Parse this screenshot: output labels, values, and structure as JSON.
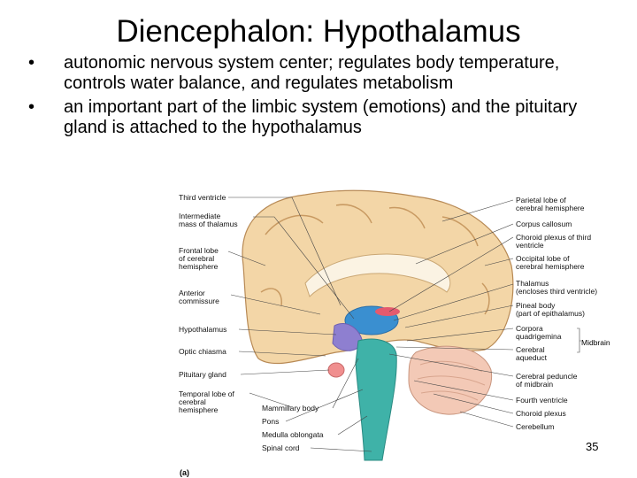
{
  "slide": {
    "title": "Diencephalon: Hypothalamus",
    "bullets": [
      "autonomic nervous system center; regulates body temperature, controls water balance, and regulates metabolism",
      "an important part of the limbic system (emotions) and the pituitary gland is attached to the hypothalamus"
    ],
    "bullet_glyph": "•",
    "page_number": "35"
  },
  "figure": {
    "left_labels": [
      "Third ventricle",
      "Intermediate\nmass of thalamus",
      "Frontal lobe\nof cerebral\nhemisphere",
      "Anterior\ncommissure",
      "Hypothalamus",
      "Optic chiasma",
      "Pituitary gland",
      "Temporal lobe of\ncerebral\nhemisphere"
    ],
    "bottom_labels": [
      "Mammillary body",
      "Pons",
      "Medulla oblongata",
      "Spinal cord"
    ],
    "right_labels": [
      "Parietal lobe of\ncerebral hemisphere",
      "Corpus callosum",
      "Choroid plexus of third\nventricle",
      "Occipital lobe of\ncerebral hemisphere",
      "Thalamus\n(encloses third ventricle)",
      "Pineal body\n(part of epithalamus)",
      "Corpora\nquadrigemina",
      "Cerebral\naqueduct",
      "Cerebral peduncle\nof midbrain",
      "Fourth ventricle",
      "Choroid plexus",
      "Cerebellum"
    ],
    "group_label": "Midbrain",
    "panel_tag": "(a)"
  }
}
